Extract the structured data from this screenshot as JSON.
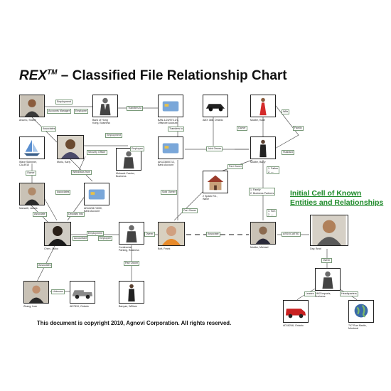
{
  "title": {
    "brand": "REX",
    "tm": "TM",
    "rest": " – Classified File Relationship Chart"
  },
  "initial_cell": {
    "line1": "Initial Cell of Known",
    "line2": "Entities and Relationships"
  },
  "copyright": "This document is copyright 2010, Agnovi Corporation. All rights reserved.",
  "nodes": [
    {
      "id": "anumo",
      "caption": "Anumo, Shane",
      "icon": "person-photo"
    },
    {
      "id": "bank_kong",
      "caption": "Bank of Hong\nKong, Business",
      "icon": "suited-person"
    },
    {
      "id": "bank_offshore",
      "caption": "BAN-1/24/973.1/1,\nOffshore Account",
      "icon": "credit-card"
    },
    {
      "id": "amx",
      "caption": "AMX 386, Ontario",
      "icon": "car"
    },
    {
      "id": "mudbe_katie",
      "caption": "Mudbe, Katie",
      "icon": "woman-red-dress"
    },
    {
      "id": "vessel",
      "caption": "Wave Skimmer,\nCA-8910",
      "icon": "sailboat"
    },
    {
      "id": "muriu",
      "caption": "Muriu, Karly",
      "icon": "person-photo"
    },
    {
      "id": "mohawk",
      "caption": "Mohawk Casino,\nBusiness",
      "icon": "suited-person"
    },
    {
      "id": "bank_acct1",
      "caption": "AN123600712,\nBank Account",
      "icon": "credit-card"
    },
    {
      "id": "mudbe_barry",
      "caption": "Mudbe, Barry",
      "icon": "man-dark-suit"
    },
    {
      "id": "maxwell",
      "caption": "Maxwell, James",
      "icon": "person-photo"
    },
    {
      "id": "bank_acct2",
      "caption": "AN1126174000,\nBank Account",
      "icon": "credit-card"
    },
    {
      "id": "spank",
      "caption": "2 Spank Rd.,\nWave",
      "icon": "house"
    },
    {
      "id": "chen",
      "caption": "Chen, Jacko",
      "icon": "person-photo"
    },
    {
      "id": "continental",
      "caption": "Continental\nParking, Business",
      "icon": "suited-person"
    },
    {
      "id": "bolt",
      "caption": "Bolt, Frank",
      "icon": "person-photo"
    },
    {
      "id": "mudbe_michael",
      "caption": "Mudbe, Michael",
      "icon": "person-photo"
    },
    {
      "id": "day",
      "caption": "Day, Brad",
      "icon": "person-photo"
    },
    {
      "id": "zhang",
      "caption": "Zhang, Ivan",
      "icon": "person-photo"
    },
    {
      "id": "truck",
      "caption": "AD7819, Ontario",
      "icon": "pickup-truck"
    },
    {
      "id": "banyan",
      "caption": "Banyan, William",
      "icon": "man-dark-suit"
    },
    {
      "id": "dmg",
      "caption": "DMG Imports,\nBusiness",
      "icon": "suited-person"
    },
    {
      "id": "van",
      "caption": "AD18246, Ontario",
      "icon": "red-van"
    },
    {
      "id": "globe",
      "caption": "747 Rue Martin,\nMontreal",
      "icon": "globe"
    }
  ],
  "edge_labels": {
    "employment": "Employment",
    "accounts_manager": "Accounts Manager",
    "employee": "Employee",
    "transfers_to_1": "Transfers to",
    "transfers_to_2": "Transfers to",
    "owner_amx": "Owner",
    "wife": "Wife",
    "family_1": "Family",
    "husband": "Husband",
    "associates_1": "Associates",
    "employment_2": "Employment",
    "security_officer": "Security Officer",
    "employee_2": "Employee",
    "withdraws_from": "Withdraws from",
    "owner_vessel": "Owner",
    "joint_owner": "Joint Owner",
    "part_owner_1": "Part Owner",
    "father": "1. Father\n2. —",
    "family_2": "1. Family\n2. Business Partners",
    "son": "1. Son\n2. —",
    "associates_2": "Associates",
    "deposits_into": "Deposits into",
    "associate_1": "Associate",
    "sold_owner": "Sold Owner",
    "part_owner_2": "Part Owner",
    "employment_3": "Employment",
    "accountant": "Accountant",
    "employee_3": "Employee",
    "owner_cont": "Owner",
    "associate_2": "Associate",
    "associated": "ASSOCIATED",
    "associates_3": "Associates",
    "unknown": "Unknown",
    "part_owner_3": "Part Owner",
    "owner_dmg": "Owner",
    "leases": "Leases",
    "headquarters": "Headquarters"
  }
}
